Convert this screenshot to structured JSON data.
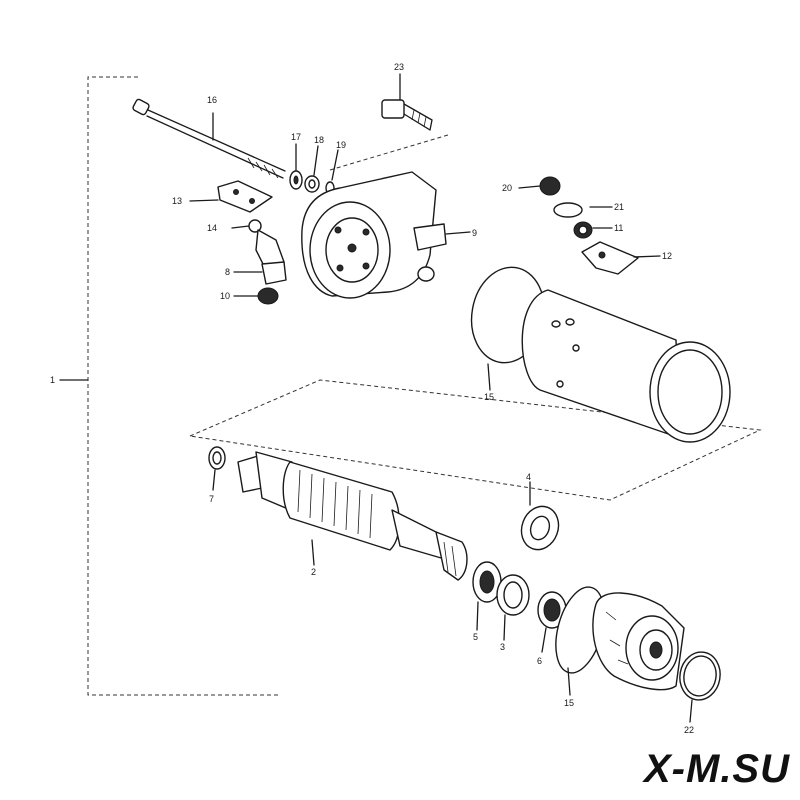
{
  "watermark": "X-M.SU",
  "callouts": {
    "p1": "1",
    "p2": "2",
    "p3": "3",
    "p4": "4",
    "p5": "5",
    "p6": "6",
    "p7": "7",
    "p8": "8",
    "p9": "9",
    "p10": "10",
    "p11": "11",
    "p12": "12",
    "p13": "13",
    "p14": "14",
    "p15a": "15",
    "p15b": "15",
    "p16": "16",
    "p17": "17",
    "p18": "18",
    "p19": "19",
    "p20": "20",
    "p21": "21",
    "p22": "22",
    "p23": "23"
  }
}
